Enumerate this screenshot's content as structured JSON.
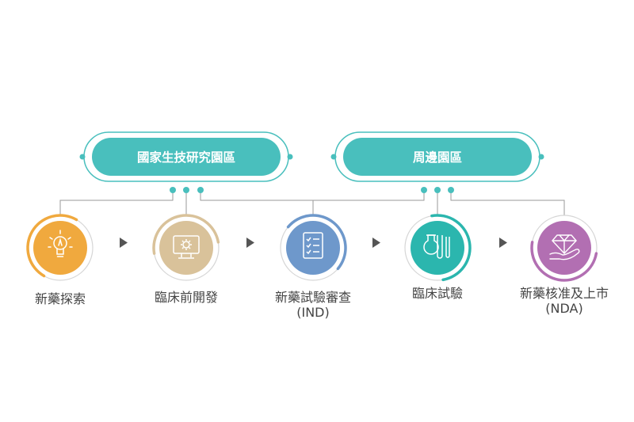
{
  "zones": [
    {
      "label": "國家生技研究園區"
    },
    {
      "label": "周邊園區"
    }
  ],
  "stages": [
    {
      "label": "新藥探索",
      "sublabel": "",
      "color": "#F0A93E",
      "icon": "lightbulb-icon"
    },
    {
      "label": "臨床前開發",
      "sublabel": "",
      "color": "#D9C29A",
      "icon": "monitor-gear-icon"
    },
    {
      "label": "新藥試驗審查",
      "sublabel": "(IND)",
      "color": "#6E98CB",
      "icon": "checklist-icon"
    },
    {
      "label": "臨床試驗",
      "sublabel": "",
      "color": "#2BB6AE",
      "icon": "lab-flask-icon"
    },
    {
      "label": "新藥核准及上市",
      "sublabel": "(NDA)",
      "color": "#B26FB2",
      "icon": "diamond-hand-icon"
    }
  ],
  "colors": {
    "teal": "#49BFBD",
    "connector": "#9A9A9A",
    "arrow": "#555555",
    "text": "#444444"
  }
}
